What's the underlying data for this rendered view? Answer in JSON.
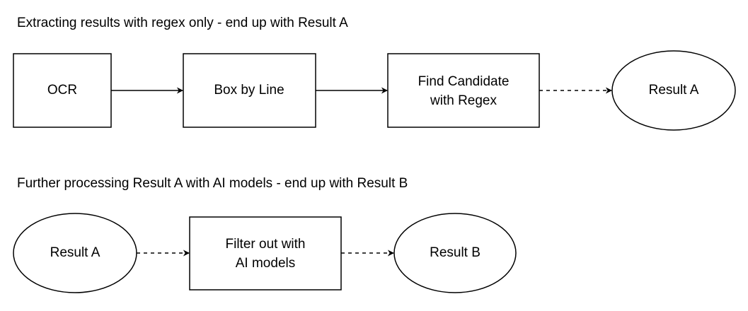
{
  "headings": {
    "top": "Extracting results with regex only - end up with Result A",
    "bottom": "Further processing Result A with AI models - end up with Result B"
  },
  "flow1": {
    "ocr": "OCR",
    "box_by_line": "Box by Line",
    "find_candidate_line1": "Find Candidate",
    "find_candidate_line2": "with Regex",
    "result_a": "Result A"
  },
  "flow2": {
    "result_a": "Result A",
    "filter_line1": "Filter out with",
    "filter_line2": "AI models",
    "result_b": "Result B"
  },
  "colors": {
    "stroke": "#000000",
    "fill": "#ffffff",
    "text": "#000000"
  }
}
